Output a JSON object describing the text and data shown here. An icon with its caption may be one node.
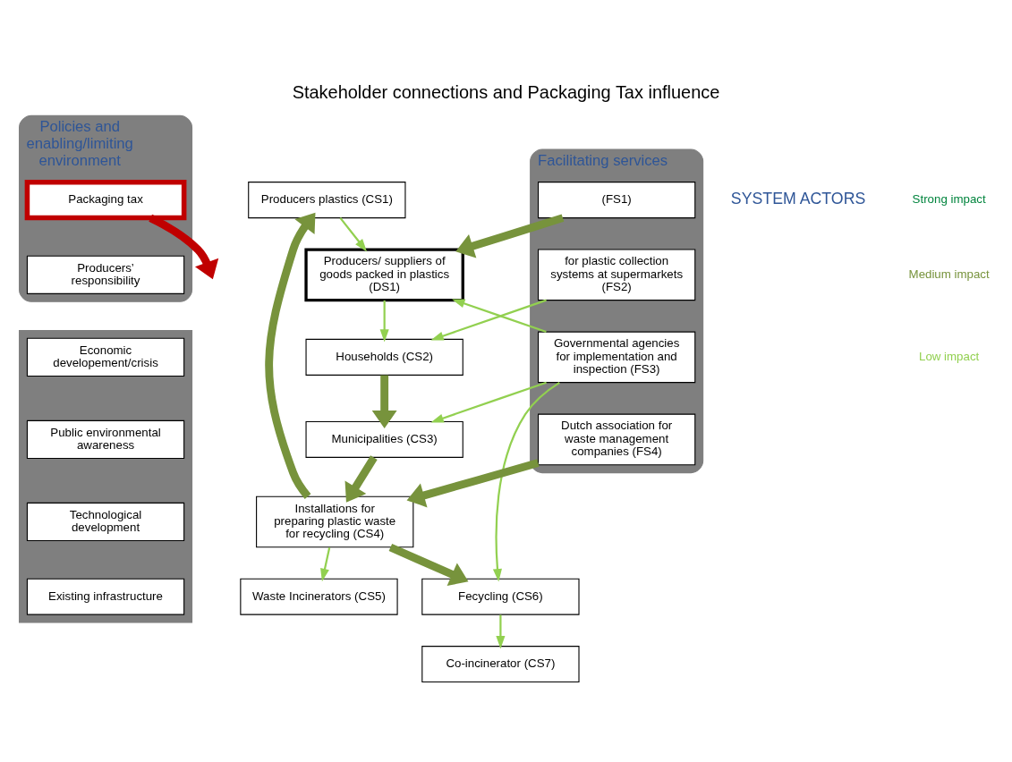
{
  "diagram": {
    "title": "Stakeholder connections and Packaging Tax influence",
    "nodes": [
      {
        "text": [
          "Policies and enabling/limiting environment"
        ]
      },
      {
        "text": [
          "Packaging tax"
        ],
        "in": 0
      },
      {
        "text": [
          "Producers’ responsibility"
        ],
        "in": 0
      },
      {
        "text": [],
        "shape": "box"
      },
      {
        "text": [
          "Economic developement/crisis"
        ],
        "in": 3
      },
      {
        "text": [
          "Public environmental awareness"
        ],
        "in": 3
      },
      {
        "text": [
          "Technological development"
        ],
        "in": 3
      },
      {
        "text": [
          "Existing infrastructure"
        ],
        "in": 3
      },
      {
        "text": [
          "Producers plastics (CS1)"
        ]
      },
      {
        "text": [
          "Producers/ suppliers of goods packed in plastics (DS1)"
        ]
      },
      {
        "text": [
          "Households (CS2)"
        ]
      },
      {
        "text": [
          "Municipalities (CS3)"
        ]
      },
      {
        "text": [
          "Installations for preparing plastic waste for recycling (CS4)"
        ]
      },
      {
        "text": [
          "Waste Incinerators (CS5)"
        ]
      },
      {
        "text": [
          "Fecycling (CS6)"
        ]
      },
      {
        "text": [
          "Co-incinerator (CS7)"
        ]
      },
      {
        "text": [
          "Facilitating services"
        ]
      },
      {
        "text": [
          "(FS1)"
        ],
        "in": 16
      },
      {
        "text": [
          "for plastic collection systems at supermarkets (FS2)"
        ],
        "in": 16
      },
      {
        "text": [
          "Governmental agencies for implementation and inspection (FS3)"
        ],
        "in": 16
      },
      {
        "text": [
          "Dutch association for waste management companies (FS4)"
        ],
        "in": 16
      }
    ],
    "edges": [
      {
        "from": 1,
        "to": null,
        "arrow": "to",
        "style": "thick",
        "color": "#c00000"
      },
      {
        "from": 8,
        "to": 9,
        "arrow": "to"
      },
      {
        "from": 9,
        "to": 10,
        "arrow": "to"
      },
      {
        "from": 10,
        "to": 11,
        "arrow": "to",
        "style": "thick",
        "color": "#77933c"
      },
      {
        "from": 11,
        "to": 12,
        "arrow": "to",
        "style": "thick",
        "color": "#77933c"
      },
      {
        "from": 12,
        "to": 8,
        "arrow": "to",
        "style": "thick",
        "color": "#77933c"
      },
      {
        "from": 12,
        "to": 13,
        "arrow": "to"
      },
      {
        "from": 12,
        "to": 14,
        "arrow": "to",
        "style": "thick",
        "color": "#77933c"
      },
      {
        "from": 14,
        "to": 15,
        "arrow": "to"
      },
      {
        "from": 17,
        "to": 9,
        "arrow": "to",
        "style": "thick",
        "color": "#77933c"
      },
      {
        "from": 18,
        "to": 10,
        "arrow": "to"
      },
      {
        "from": 19,
        "to": 9,
        "arrow": "to"
      },
      {
        "from": 19,
        "to": 11,
        "arrow": "to"
      },
      {
        "from": 19,
        "to": 14,
        "arrow": "to"
      },
      {
        "from": 20,
        "to": 12,
        "arrow": "to",
        "style": "thick",
        "color": "#77933c"
      }
    ],
    "labels": [
      "SYSTEM ACTORS"
    ],
    "legend": [
      {
        "text": "Strong impact"
      },
      {
        "text": "Medium impact"
      },
      {
        "text": "Low impact"
      }
    ]
  }
}
